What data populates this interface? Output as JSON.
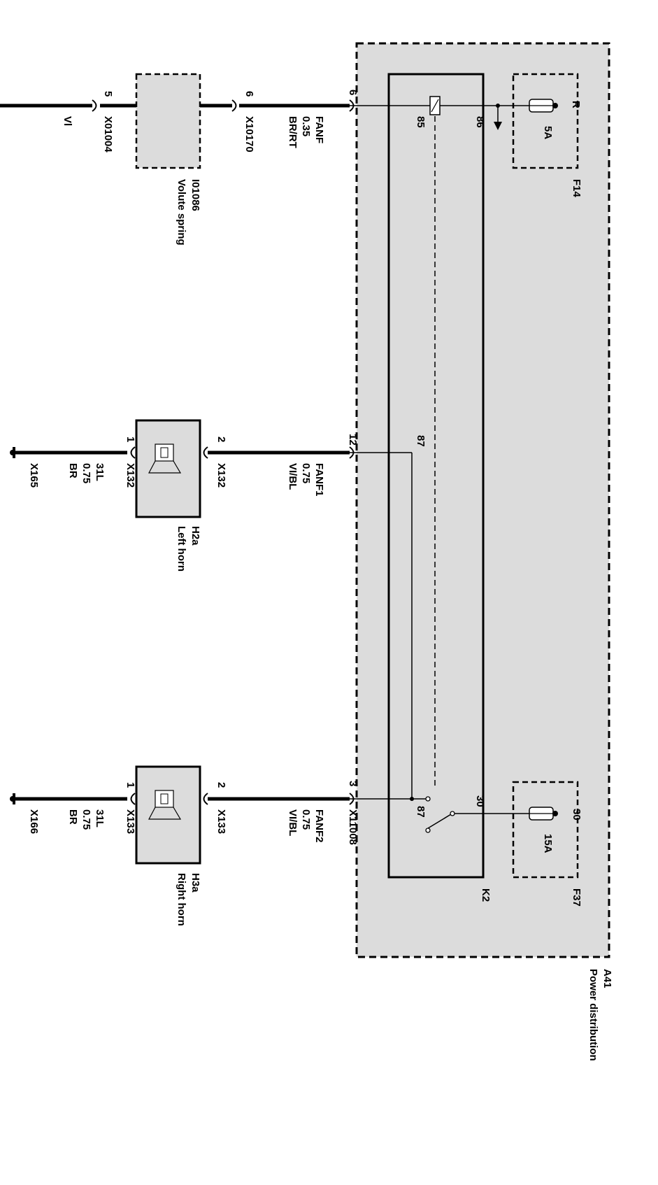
{
  "diagram": {
    "colors": {
      "box_fill": "#dcdcdc",
      "wire": "#000000",
      "background": "#ffffff"
    },
    "power_distribution": {
      "id": "A41",
      "name": "Power distribution"
    },
    "relay": {
      "id": "K2",
      "pins": {
        "coil_feed": "86",
        "coil_ground": "85",
        "common": "30",
        "output": "87",
        "output_2": "87"
      }
    },
    "fuses": [
      {
        "id": "F14",
        "rating": "5A",
        "terminal": "R"
      },
      {
        "id": "F37",
        "rating": "15A",
        "terminal": "30"
      }
    ],
    "feed_wire": {
      "label": "Vl",
      "connector_1": {
        "id": "X01004",
        "pin": "5"
      },
      "connector_2": {
        "id": "X10170",
        "pin": "6"
      },
      "signal": "FANF",
      "size": "0.35",
      "color": "BR/RT",
      "module_pin": "6"
    },
    "volute_spring": {
      "id": "I01086",
      "name": "Volute spring"
    },
    "left_horn": {
      "id": "H2a",
      "name": "Left horn",
      "pin_in": "2",
      "pin_out": "1",
      "connector": "X132",
      "signal": "FANF1",
      "size": "0.75",
      "color": "VI/BL",
      "module_pin": "12",
      "ground_signal": "31L",
      "ground_size": "0.75",
      "ground_color": "BR",
      "ground_point": "X165"
    },
    "right_horn": {
      "id": "H3a",
      "name": "Right horn",
      "pin_in": "2",
      "pin_out": "1",
      "connector": "X133",
      "signal": "FANF2",
      "size": "0.75",
      "color": "VI/BL",
      "module_pin": "3",
      "module_connector": "X11008",
      "ground_signal": "31L",
      "ground_size": "0.75",
      "ground_color": "BR",
      "ground_point": "X166"
    }
  }
}
